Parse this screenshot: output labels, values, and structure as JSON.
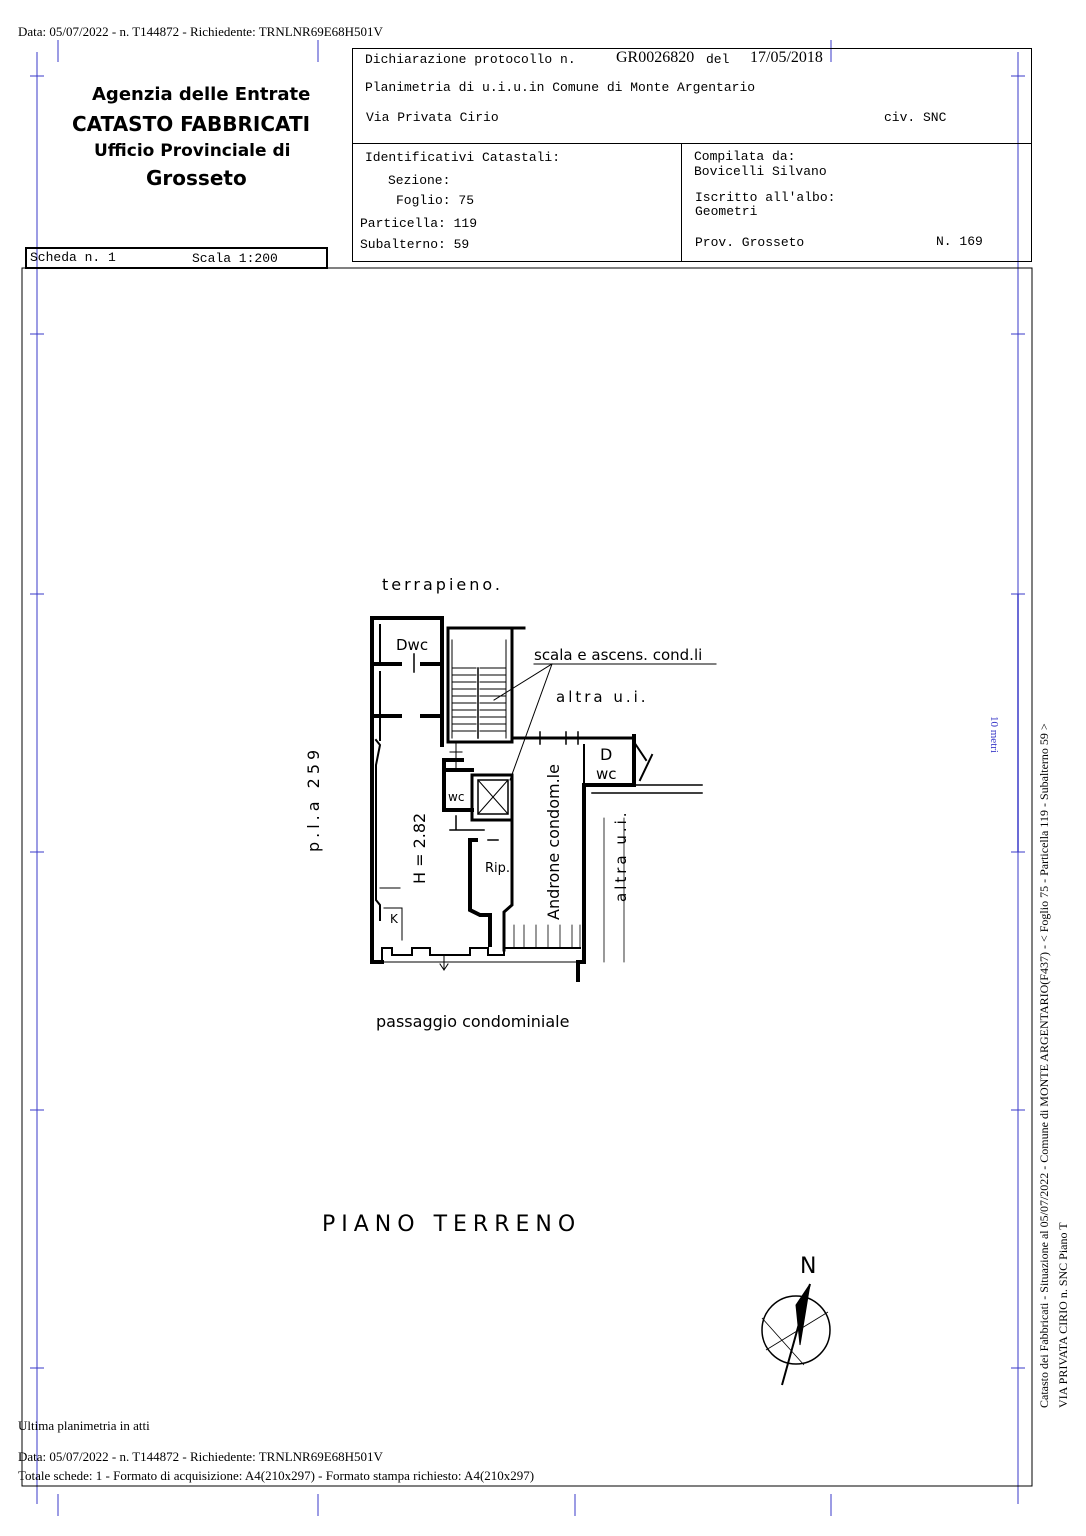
{
  "header_line": "Data: 05/07/2022 - n. T144872 - Richiedente: TRNLNR69E68H501V",
  "agency": {
    "line1": "Agenzia delle Entrate",
    "line2": "CATASTO FABBRICATI",
    "line3": "Ufficio Provinciale di",
    "line4": "Grosseto"
  },
  "scheda": {
    "label": "Scheda n. 1",
    "scale": "Scala 1:200"
  },
  "declaration": {
    "prefix": "Dichiarazione protocollo n.",
    "protocol": "GR0026820",
    "del_label": "del",
    "date": "17/05/2018",
    "planimetria": "Planimetria di u.i.u.in Comune di Monte Argentario",
    "address": "Via Privata Cirio",
    "civ": "civ. SNC"
  },
  "identifiers": {
    "title": "Identificativi Catastali:",
    "sezione": "Sezione:",
    "foglio": "Foglio: 75",
    "particella": "Particella: 119",
    "subalterno": "Subalterno: 59"
  },
  "compiler": {
    "label": "Compilata da:",
    "name": "Bovicelli Silvano",
    "albo_label": "Iscritto all'albo:",
    "albo": "Geometri",
    "prov": "Prov. Grosseto",
    "number": "N. 169"
  },
  "plan": {
    "terrapieno": "terrapieno.",
    "dwc": "Dwc",
    "scala": "scala e ascens. cond.li",
    "altra_top": "altra u.i.",
    "d": "D",
    "wc_right": "wc",
    "wc_small": "wc",
    "pla": "p.l.a   259",
    "height": "H = 2.82",
    "rip": "Rip.",
    "androne": "Androne   condom.le",
    "altra_side": "altra u.i.",
    "k": "K",
    "passaggio": "passaggio condominiale",
    "piano": "PIANO   TERRENO",
    "north": "N"
  },
  "side_note": {
    "line1": "Catasto dei Fabbricati - Situazione al 05/07/2022 - Comune di MONTE ARGENTARIO(F437) - < Foglio 75 - Particella 119 - Subalterno 59 >",
    "line2": "VIA PRIVATA CIRIO n. SNC Piano T",
    "scale_bar": "10 metri"
  },
  "footer": {
    "ultima": "Ultima planimetria in atti",
    "data_line": "Data: 05/07/2022 - n. T144872 - Richiedente: TRNLNR69E68H501V",
    "totale": "Totale schede: 1 - Formato di acquisizione: A4(210x297)  - Formato stampa richiesto: A4(210x297)"
  }
}
